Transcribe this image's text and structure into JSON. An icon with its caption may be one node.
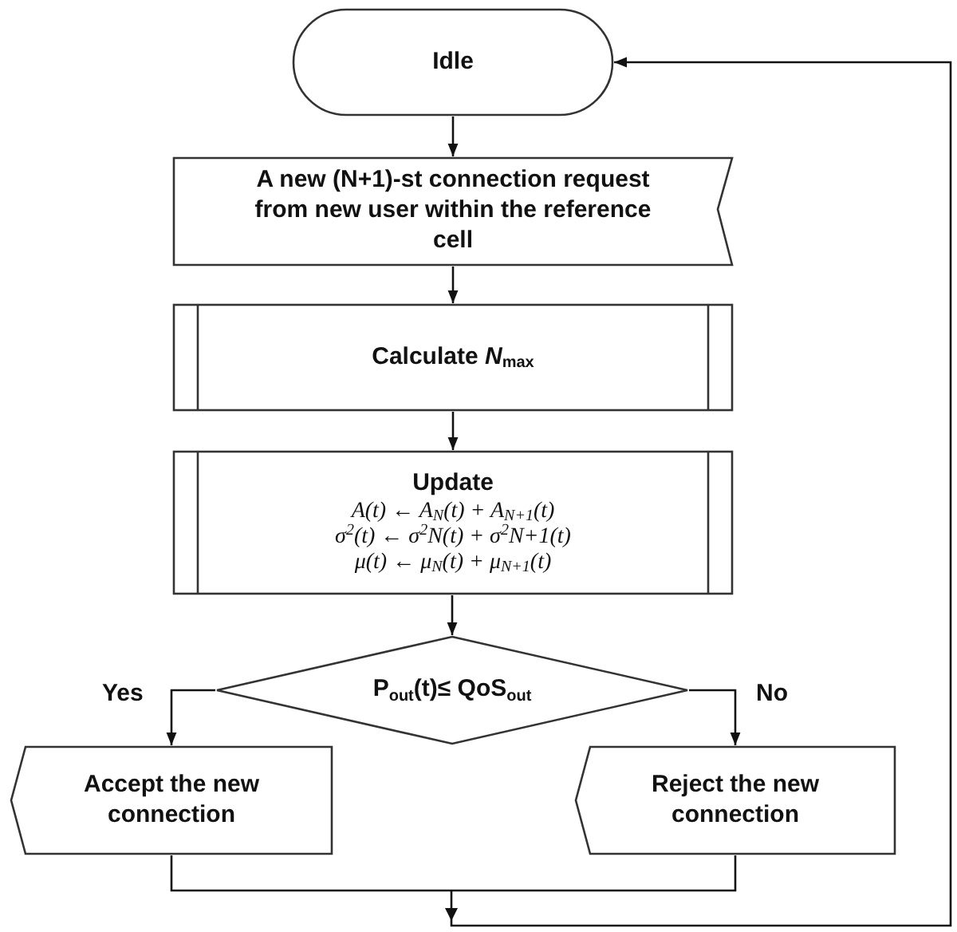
{
  "diagram": {
    "nodes": [
      {
        "text": [
          "Idle"
        ]
      },
      {
        "text": [
          "A new (N+1)-st connection request from new user within the reference cell"
        ]
      },
      {
        "text": [
          "Calculate *N*$_{max}$"
        ]
      },
      {
        "text": [
          "Update",
          "A(t) ← A$_{N}$(t) + A$_{N+1}$(t)",
          "σ$^{2}$(t) ← σ$^{2}$N(t) + σ$^{2}$N+1(t)",
          "μ(t) ← μ$_{N}$(t) + μ$_{N+1}$(t)"
        ]
      },
      {
        "text": [
          "P$_{out}$(t)≤ QoS$_{out}$"
        ]
      },
      {
        "text": [
          "Accept the new connection"
        ]
      },
      {
        "text": [
          "Reject the new connection"
        ]
      }
    ],
    "edges": [
      {
        "from": 0,
        "to": 1,
        "arrow": "to"
      },
      {
        "from": 1,
        "to": 2,
        "arrow": "to"
      },
      {
        "from": 2,
        "to": 3,
        "arrow": "to"
      },
      {
        "from": 3,
        "to": 4,
        "arrow": "to"
      },
      {
        "from": 4,
        "to": 5,
        "arrow": "to",
        "label": "Yes"
      },
      {
        "from": 4,
        "to": 6,
        "arrow": "to",
        "label": "No"
      },
      {
        "from": 5,
        "to": 0,
        "arrow": "to"
      },
      {
        "from": 6,
        "to": 0,
        "arrow": "to"
      }
    ]
  }
}
